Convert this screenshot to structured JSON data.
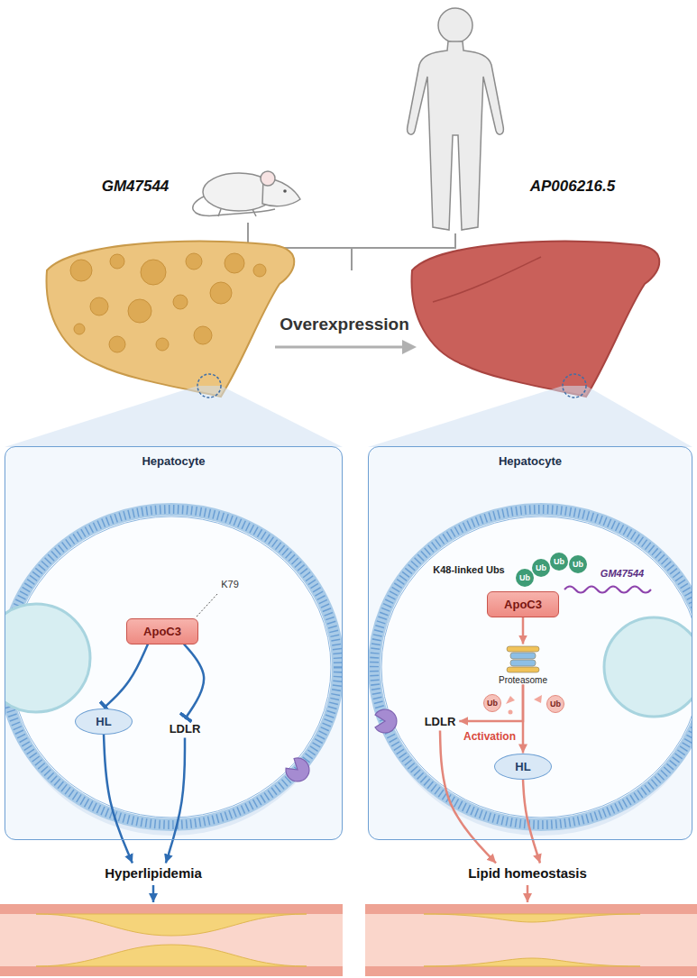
{
  "diagram": {
    "nodes": [
      {
        "text": [
          "Hepatocyte"
        ]
      },
      {
        "text": [
          "ApoC3"
        ],
        "in": 0
      },
      {
        "text": [
          "HL"
        ],
        "in": 0
      },
      {
        "text": [
          "LDLR"
        ],
        "in": 0
      },
      {
        "text": [
          "Hyperlipidemia"
        ]
      },
      {
        "text": [
          "Hepatocyte"
        ]
      },
      {
        "text": [
          "Ub"
        ],
        "in": 5
      },
      {
        "text": [
          "Ub"
        ],
        "in": 5
      },
      {
        "text": [
          "Ub"
        ],
        "in": 5
      },
      {
        "text": [
          "Ub"
        ],
        "in": 5
      },
      {
        "text": [
          "ApoC3"
        ],
        "in": 5
      },
      {
        "text": [
          "Proteasome"
        ],
        "in": 5
      },
      {
        "text": [
          "Ub"
        ],
        "in": 5
      },
      {
        "text": [
          "Ub"
        ],
        "in": 5
      },
      {
        "text": [
          "LDLR"
        ],
        "in": 5
      },
      {
        "text": [
          "HL"
        ],
        "in": 5
      },
      {
        "text": [
          "Lipid homeostasis"
        ]
      }
    ],
    "edges": [
      {
        "from": 1,
        "to": 2,
        "arrow": "to"
      },
      {
        "from": 1,
        "to": 3,
        "arrow": "to"
      },
      {
        "from": 2,
        "to": 4,
        "arrow": "to"
      },
      {
        "from": 3,
        "to": 4,
        "arrow": "to"
      },
      {
        "from": 10,
        "to": 11,
        "arrow": "to"
      },
      {
        "from": 11,
        "to": 14,
        "label": "Activation",
        "arrow": "to"
      },
      {
        "from": 11,
        "to": 15,
        "arrow": "to"
      },
      {
        "from": 14,
        "to": 16,
        "arrow": "to"
      },
      {
        "from": 15,
        "to": 16,
        "arrow": "to"
      }
    ],
    "labels": [
      "GM47544",
      "AP006216.5",
      "Overexpression",
      "K79",
      "K48-linked Ubs",
      "GM47544"
    ]
  }
}
